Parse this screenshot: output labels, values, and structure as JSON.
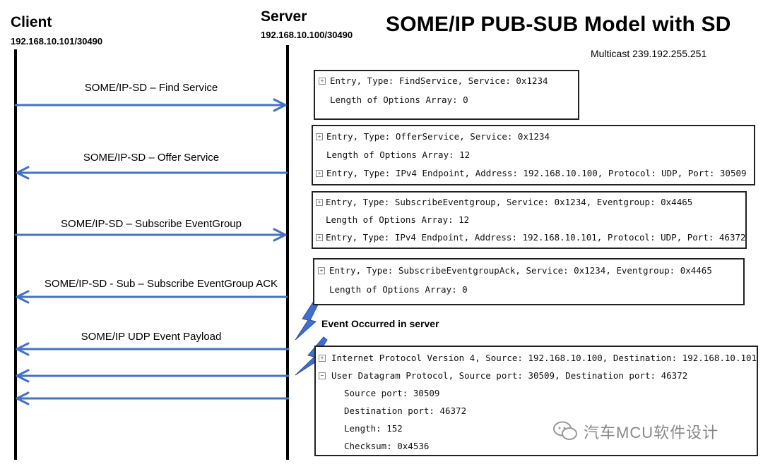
{
  "client": {
    "title": "Client",
    "address": "192.168.10.101/30490"
  },
  "server": {
    "title": "Server",
    "address": "192.168.10.100/30490"
  },
  "title": "SOME/IP PUB-SUB Model with SD",
  "multicast": "Multicast 239.192.255.251",
  "messages": [
    {
      "label": "SOME/IP-SD – Find Service"
    },
    {
      "label": "SOME/IP-SD – Offer Service"
    },
    {
      "label": "SOME/IP-SD – Subscribe EventGroup"
    },
    {
      "label": "SOME/IP-SD - Sub – Subscribe EventGroup ACK"
    },
    {
      "label": "SOME/IP UDP Event Payload"
    }
  ],
  "event_label": "Event Occurred in server",
  "packets": [
    {
      "lines": [
        "Entry, Type: FindService, Service: 0x1234",
        "Length of Options Array: 0"
      ]
    },
    {
      "lines": [
        "Entry, Type: OfferService, Service: 0x1234",
        "Length of Options Array: 12",
        "Entry, Type: IPv4 Endpoint, Address: 192.168.10.100, Protocol: UDP, Port: 30509"
      ]
    },
    {
      "lines": [
        "Entry, Type: SubscribeEventgroup, Service: 0x1234, Eventgroup: 0x4465",
        "Length of Options Array: 12",
        "Entry, Type: IPv4 Endpoint, Address: 192.168.10.101, Protocol: UDP, Port: 46372"
      ]
    },
    {
      "lines": [
        "Entry, Type: SubscribeEventgroupAck, Service: 0x1234, Eventgroup: 0x4465",
        "Length of Options Array: 0"
      ]
    },
    {
      "lines": [
        "Internet Protocol Version 4, Source: 192.168.10.100, Destination: 192.168.10.101",
        "User Datagram Protocol, Source port: 30509, Destination port: 46372",
        "Source port: 30509",
        "Destination port: 46372",
        "Length: 152",
        "Checksum: 0x4536"
      ]
    }
  ],
  "watermark": "汽车MCU软件设计",
  "colors": {
    "arrow": "#4472c4",
    "lightning": "#3f6fd1",
    "lifeline": "#000000"
  }
}
